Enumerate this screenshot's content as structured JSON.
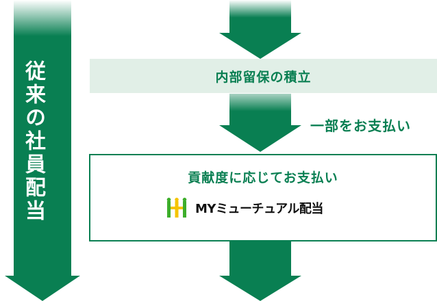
{
  "colors": {
    "primary_green": "#097f52",
    "light_green_band": "#e1efe7",
    "logo_green": "#3dae2b",
    "logo_yellow": "#f5c400"
  },
  "left_column": {
    "label": "従来の社員配当"
  },
  "retained_earnings": {
    "label": "内部留保の積立"
  },
  "partial_payment": {
    "label": "一部をお支払い"
  },
  "contribution_box": {
    "title": "貢献度に応じてお支払い",
    "logo_icon": "three-people-icon",
    "logo_text": "MYミューチュアル配当"
  }
}
